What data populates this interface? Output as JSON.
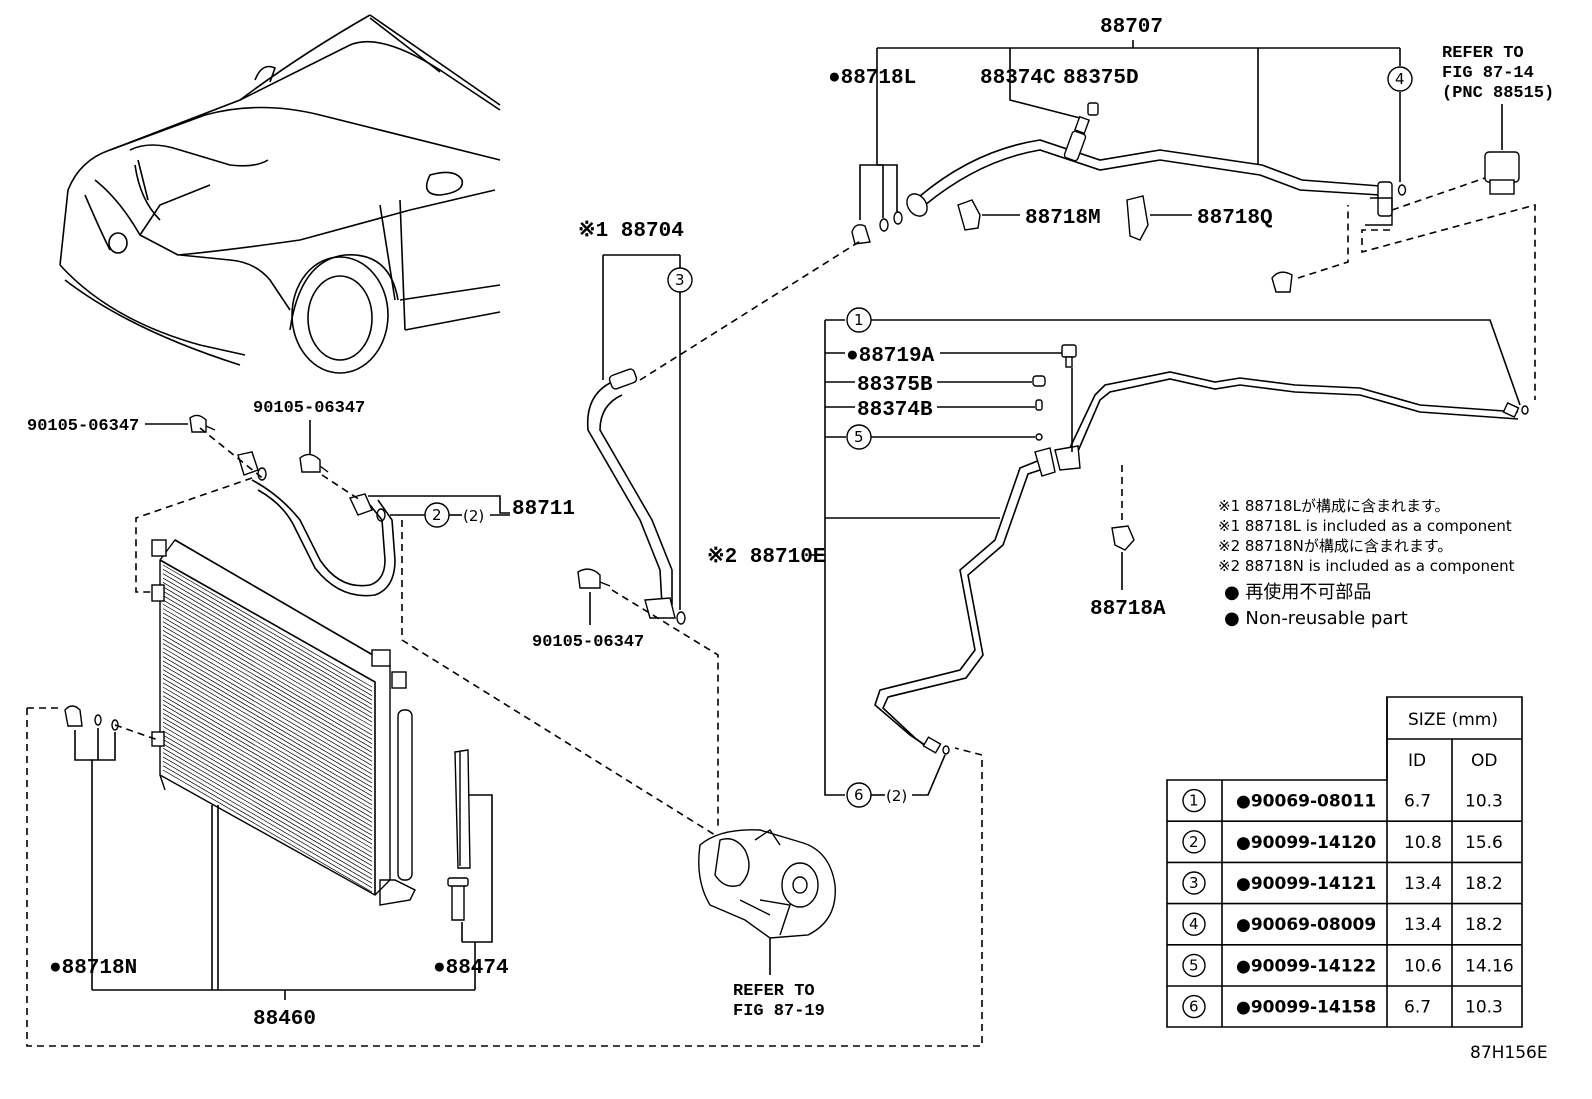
{
  "callouts": {
    "p88707": "88707",
    "p88718L": "●88718L",
    "p88374C": "88374C",
    "p88375D": "88375D",
    "refer1_l1": "REFER TO",
    "refer1_l2": "FIG 87-14",
    "refer1_l3": "(PNC 88515)",
    "p88718M": "88718M",
    "p88718Q": "88718Q",
    "p88704": "※1 88704",
    "p88719A": "●88719A",
    "p88375B": "88375B",
    "p88374B": "88374B",
    "p90105_a": "90105-06347",
    "p90105_b": "90105-06347",
    "p90105_c": "90105-06347",
    "p88711": "88711",
    "qty2_a": "(2)",
    "qty2_b": "(2)",
    "p88710E": "※2 88710E",
    "p88718A": "88718A",
    "p88718N": "●88718N",
    "p88474": "●88474",
    "p88460": "88460",
    "refer2_l1": "REFER TO",
    "refer2_l2": "FIG 87-19",
    "figure_id": "87H156E"
  },
  "circled": {
    "c1": "1",
    "c2": "2",
    "c3": "3",
    "c4": "4",
    "c5": "5",
    "c6": "6"
  },
  "notes": {
    "n1": "※1 88718Lが構成に含まれます。",
    "n2": "※1 88718L is included as a component",
    "n3": "※2 88718Nが構成に含まれます。",
    "n4": "※2 88718N is included as a component",
    "n5": "● 再使用不可部品",
    "n6": "● Non-reusable part"
  },
  "size_table": {
    "header": "SIZE (mm)",
    "col_id": "ID",
    "col_od": "OD",
    "rows": [
      {
        "mark": "1",
        "part": "●90069-08011",
        "id": "6.7",
        "od": "10.3"
      },
      {
        "mark": "2",
        "part": "●90099-14120",
        "id": "10.8",
        "od": "15.6"
      },
      {
        "mark": "3",
        "part": "●90099-14121",
        "id": "13.4",
        "od": "18.2"
      },
      {
        "mark": "4",
        "part": "●90069-08009",
        "id": "13.4",
        "od": "18.2"
      },
      {
        "mark": "5",
        "part": "●90099-14122",
        "id": "10.6",
        "od": "14.16"
      },
      {
        "mark": "6",
        "part": "●90099-14158",
        "id": "6.7",
        "od": "10.3"
      }
    ]
  }
}
